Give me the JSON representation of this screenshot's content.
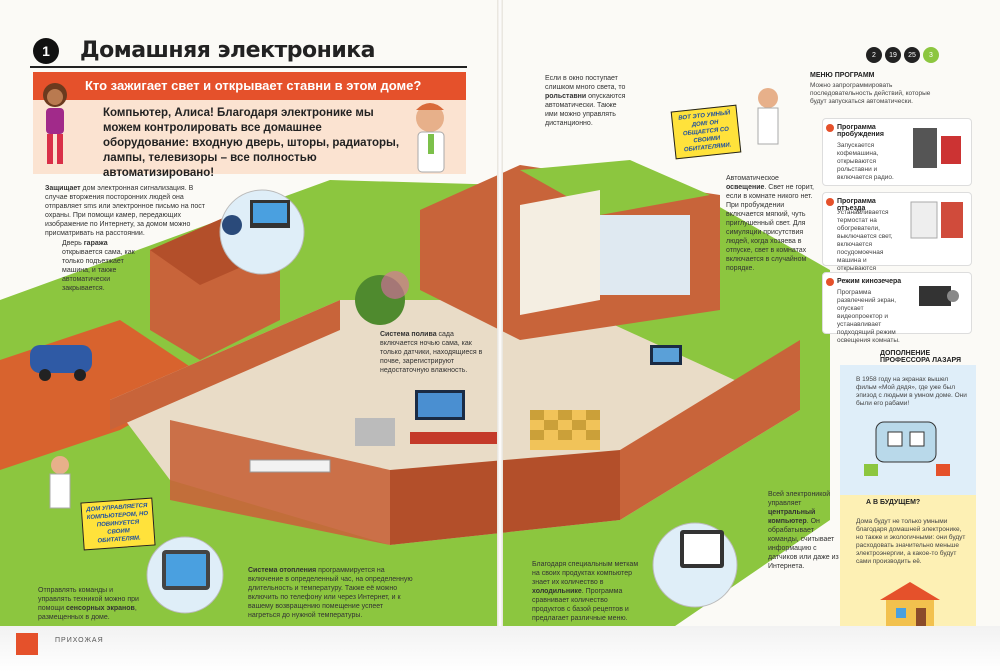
{
  "header": {
    "chapter_number": "1",
    "title": "Домашняя электроника",
    "page_nav": [
      "2",
      "19",
      "25",
      "3"
    ]
  },
  "question_bar": {
    "text": "Кто зажигает свет и открывает ставни в этом доме?"
  },
  "intro": {
    "text": "Компьютер, Алиса! Благодаря электронике мы можем контролировать все домашнее оборудование: входную дверь, шторы, радиаторы, лампы, телевизоры – все полностью автоматизировано!"
  },
  "notes": {
    "security_bold": "Защищает",
    "security": " дом электронная сигнализация. В случае вторжения посторонних людей она отправляет sms или электронное письмо на пост охраны. При помощи камер, передающих изображение по Интернету, за домом можно присматривать на расстоянии.",
    "garage_pre": "Дверь ",
    "garage_bold": "гаража",
    "garage": " открывается сама, как только подъезжает машина, и также автоматически закрывается.",
    "shutters_pre": "Если в окно поступает слишком много света, то ",
    "shutters_bold": "рольставни",
    "shutters": " опускаются автоматически. Также ими можно управлять дистанционно.",
    "lighting_pre": "Автоматическое ",
    "lighting_bold": "освещение",
    "lighting": ". Свет не горит, если в комнате никого нет. При пробуждении включается мягкий, чуть приглушенный свет. Для симуляции присутствия людей, когда хозяева в отпуске, свет в комнатах включается в случайном порядке.",
    "watering_bold": "Система полива",
    "watering": " сада включается ночью сама, как только датчики, находящиеся в почве, зарегистрируют недостаточную влажность.",
    "heating_bold": "Система отопления",
    "heating": " программируется на включение в определенный час, на определенную длительность и температуру. Также её можно включить по телефону или через Интернет, и к вашему возвращению помещение успеет нагреться до нужной температуры.",
    "fridge_pre": "Благодаря специальным меткам на своих продуктах компьютер знает их количество в ",
    "fridge_bold": "холодильнике",
    "fridge": ". Программа сравнивает количество продуктов с базой рецептов и предлагает различные меню.",
    "central_pre": "Всей электроникой управляет ",
    "central_bold": "центральный компьютер",
    "central": ". Он обрабатывает команды, считывает информацию с датчиков или даже из Интернета.",
    "touch_pre": "Отправлять команды и управлять техникой можно при помощи ",
    "touch_bold": "сенсорных экранов",
    "touch": ", размещенных в доме."
  },
  "stickers": {
    "smart_house": "ВОТ ЭТО УМНЫЙ ДОМ! ОН ОБЩАЕТСЯ СО СВОИМИ ОБИТАТЕЛЯМИ.",
    "house_managers": "ДОМ УПРАВЛЯЕТСЯ КОМПЬЮТЕРОМ, НО ПОВИНУЕТСЯ СВОИМ ОБИТАТЕЛЯМ."
  },
  "sidebar": {
    "menu_title": "МЕНЮ ПРОГРАММ",
    "menu_text": "Можно запрограммировать последовательность действий, которые будут запускаться автоматически.",
    "programs": [
      {
        "title": "Программа пробуждения",
        "text": "Запускается кофемашина, открываются рольставни и включается радио."
      },
      {
        "title": "Программа отъезда",
        "text": "Устанавливается термостат на обогреватели, выключается свет, включается посудомоечная машина и открываются входные двери."
      },
      {
        "title": "Режим кинозечера",
        "text": "Программа развлечений экран, опускает видеопроектор и устанавливает подходящий режим освещения комнаты."
      }
    ]
  },
  "lazar": {
    "title": "ДОПОЛНЕНИЕ ПРОФЕССОРА ЛАЗАРЯ",
    "text": "В 1958 году на экранах вышел фильм «Мой дядя», где уже был эпизод с людьми в умном доме. Они были его рабами!"
  },
  "future": {
    "title": "А В БУДУЩЕМ?",
    "text": "Дома будут не только умными благодаря домашней электронике, но также и экологичными: они будут расходовать значительно меньше электроэнергии, а какое-то будут сами производить её."
  },
  "footer": {
    "label": "ПРИХОЖАЯ"
  },
  "colors": {
    "accent": "#e5512b",
    "accent_light": "#fbe3d1",
    "grass": "#8cc63f",
    "brick": "#c8643a",
    "sticker": "#ffe23b"
  }
}
